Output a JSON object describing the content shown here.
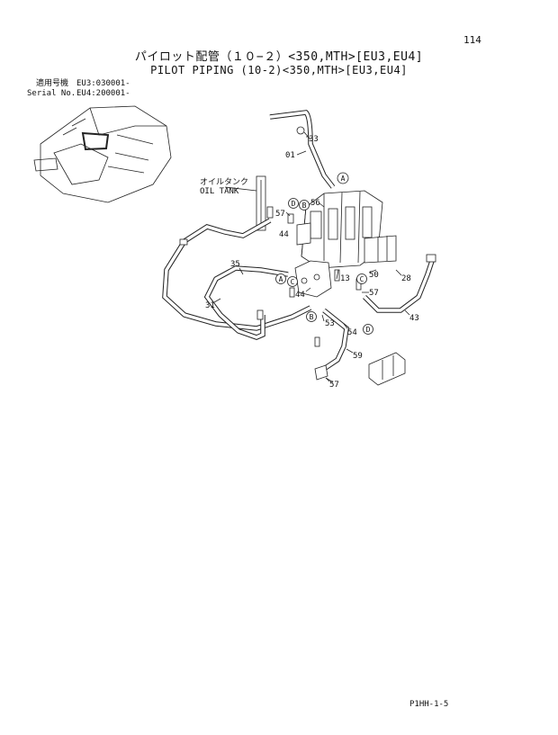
{
  "page_number": "114",
  "title_jp": "パイロット配管（１０−２）<350,MTH>[EU3,EU4]",
  "title_en": "PILOT PIPING (10-2)<350,MTH>[EU3,EU4]",
  "serial": {
    "jp_label": "適用号機",
    "en_label": "Serial No.",
    "values": [
      "EU3:030001-",
      "EU4:200001-"
    ]
  },
  "diagram": {
    "oil_tank_jp": "オイルタンク",
    "oil_tank_en": "OIL TANK",
    "callouts": {
      "n33": "33",
      "n01": "01",
      "n56": "56",
      "n57a": "57",
      "n44a": "44",
      "n35": "35",
      "n31": "31",
      "n44b": "44",
      "n13": "13",
      "n50": "50",
      "n28": "28",
      "n57b": "57",
      "n43": "43",
      "n53": "53",
      "n54": "54",
      "n59": "59",
      "n57c": "57"
    },
    "connectors": {
      "a1": "A",
      "d1": "D",
      "b1": "B",
      "a2": "A",
      "c1": "C",
      "c2": "C",
      "b2": "B",
      "d2": "D"
    }
  },
  "doc_code": "P1HH-1-5"
}
